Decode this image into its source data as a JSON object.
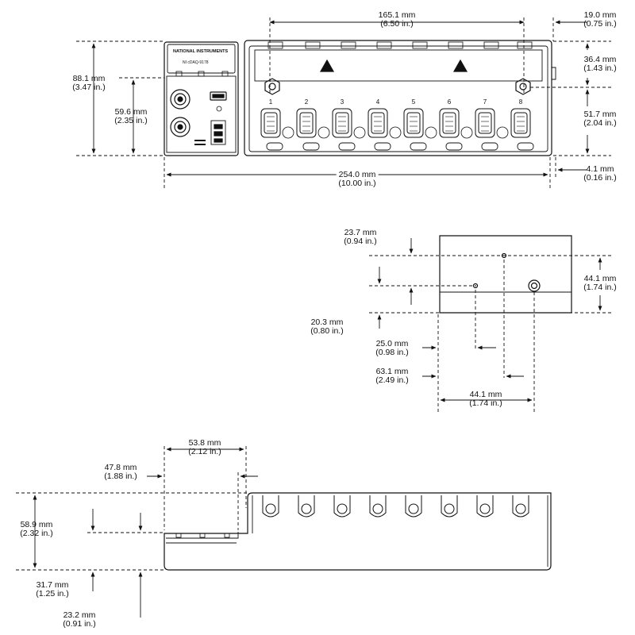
{
  "device": {
    "logo_text": "NATIONAL INSTRUMENTS",
    "model_text": "NI cDAQ-9178"
  },
  "slots": [
    "1",
    "2",
    "3",
    "4",
    "5",
    "6",
    "7",
    "8"
  ],
  "front_view": {
    "overall_width": {
      "mm": "254.0 mm",
      "in": "(10.00 in.)"
    },
    "slot_span": {
      "mm": "165.1 mm",
      "in": "(6.50 in.)"
    },
    "right_margin": {
      "mm": "19.0 mm",
      "in": "(0.75 in.)"
    },
    "overall_height": {
      "mm": "88.1 mm",
      "in": "(3.47 in.)"
    },
    "connector_height": {
      "mm": "59.6 mm",
      "in": "(2.35 in.)"
    },
    "top_to_screw": {
      "mm": "36.4 mm",
      "in": "(1.43 in.)"
    },
    "screw_to_bottom": {
      "mm": "51.7 mm",
      "in": "(2.04 in.)"
    },
    "side_offset": {
      "mm": "4.1 mm",
      "in": "(0.16 in.)"
    }
  },
  "side_view": {
    "top_hole": {
      "mm": "23.7 mm",
      "in": "(0.94 in.)"
    },
    "height": {
      "mm": "44.1 mm",
      "in": "(1.74 in.)"
    },
    "bottom_hole": {
      "mm": "20.3 mm",
      "in": "(0.80 in.)"
    },
    "hole_1": {
      "mm": "25.0 mm",
      "in": "(0.98 in.)"
    },
    "hole_2": {
      "mm": "63.1 mm",
      "in": "(2.49 in.)"
    },
    "depth": {
      "mm": "44.1 mm",
      "in": "(1.74 in.)"
    }
  },
  "bottom_view": {
    "bracket_width": {
      "mm": "53.8 mm",
      "in": "(2.12 in.)"
    },
    "bracket_offset": {
      "mm": "47.8 mm",
      "in": "(1.88 in.)"
    },
    "height": {
      "mm": "58.9 mm",
      "in": "(2.32 in.)"
    },
    "lower_height": {
      "mm": "31.7 mm",
      "in": "(1.25 in.)"
    },
    "base_offset": {
      "mm": "23.2 mm",
      "in": "(0.91 in.)"
    }
  }
}
